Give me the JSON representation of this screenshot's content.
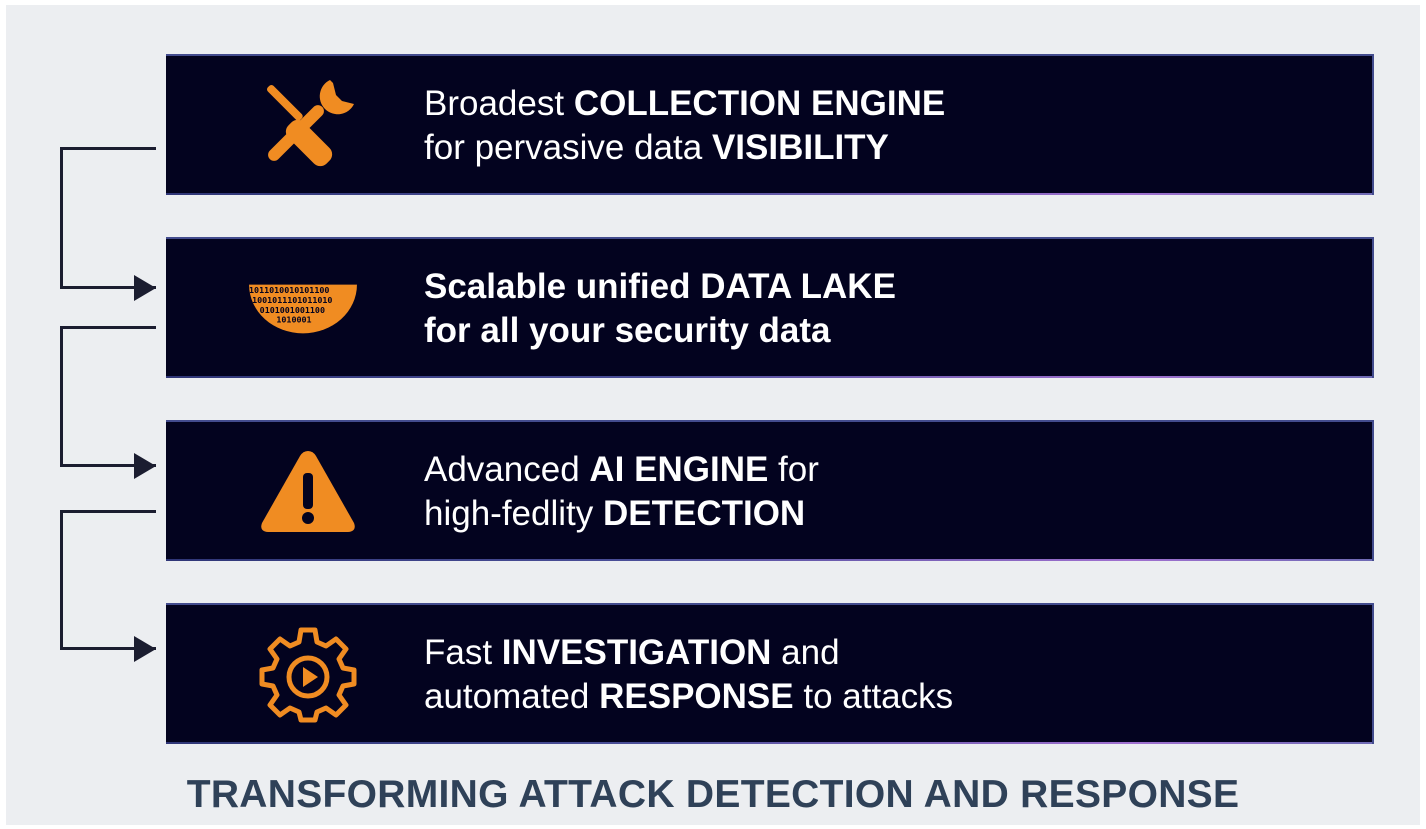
{
  "cards": [
    {
      "icon": "tools-icon",
      "line1": {
        "pre": "Broadest ",
        "bold": "COLLECTION ENGINE",
        "post": ""
      },
      "line2": {
        "pre": "for pervasive data ",
        "bold": "VISIBILITY",
        "post": ""
      }
    },
    {
      "icon": "data-lake-icon",
      "line1": {
        "pre": "Scalable unified ",
        "bold": "DATA LAKE",
        "post": ""
      },
      "line2": {
        "pre": "for all your security data",
        "bold": "",
        "post": ""
      },
      "icon_text": [
        "1011010010101100",
        "1001011101011010",
        "0101001001100",
        "1010001"
      ]
    },
    {
      "icon": "warning-icon",
      "line1": {
        "pre": "Advanced ",
        "bold": "AI ENGINE",
        "post": " for"
      },
      "line2": {
        "pre": "high-fedlity ",
        "bold": "DETECTION",
        "post": ""
      }
    },
    {
      "icon": "gear-play-icon",
      "line1": {
        "pre": "Fast ",
        "bold": "INVESTIGATION",
        "post": " and"
      },
      "line2": {
        "pre": "automated ",
        "bold": "RESPONSE",
        "post": " to attacks"
      }
    }
  ],
  "footer": "TRANSFORMING ATTACK DETECTION AND RESPONSE",
  "colors": {
    "card_bg": "#03031f",
    "accent": "#f08c22",
    "footer": "#2f4158",
    "connector": "#1b1d30"
  }
}
